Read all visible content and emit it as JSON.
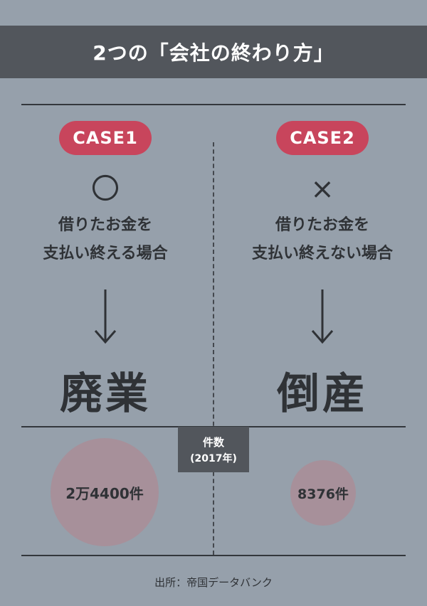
{
  "header": {
    "title": "2つの「会社の終わり方」"
  },
  "case1": {
    "badge": "CASE1",
    "symbol": "〇",
    "condition_line1": "借りたお金を",
    "condition_line2": "支払い終える場合",
    "result": "廃業",
    "count": "2万4400件"
  },
  "case2": {
    "badge": "CASE2",
    "symbol": "×",
    "condition_line1": "借りたお金を",
    "condition_line2": "支払い終えない場合",
    "result": "倒産",
    "count": "8376件"
  },
  "count_label": {
    "line1": "件数",
    "line2": "(2017年)"
  },
  "source": "出所：帝国データバンク",
  "colors": {
    "background": "#96a0ab",
    "header": "#52565c",
    "badge": "#c8455c",
    "bubble": "#a7909a"
  }
}
